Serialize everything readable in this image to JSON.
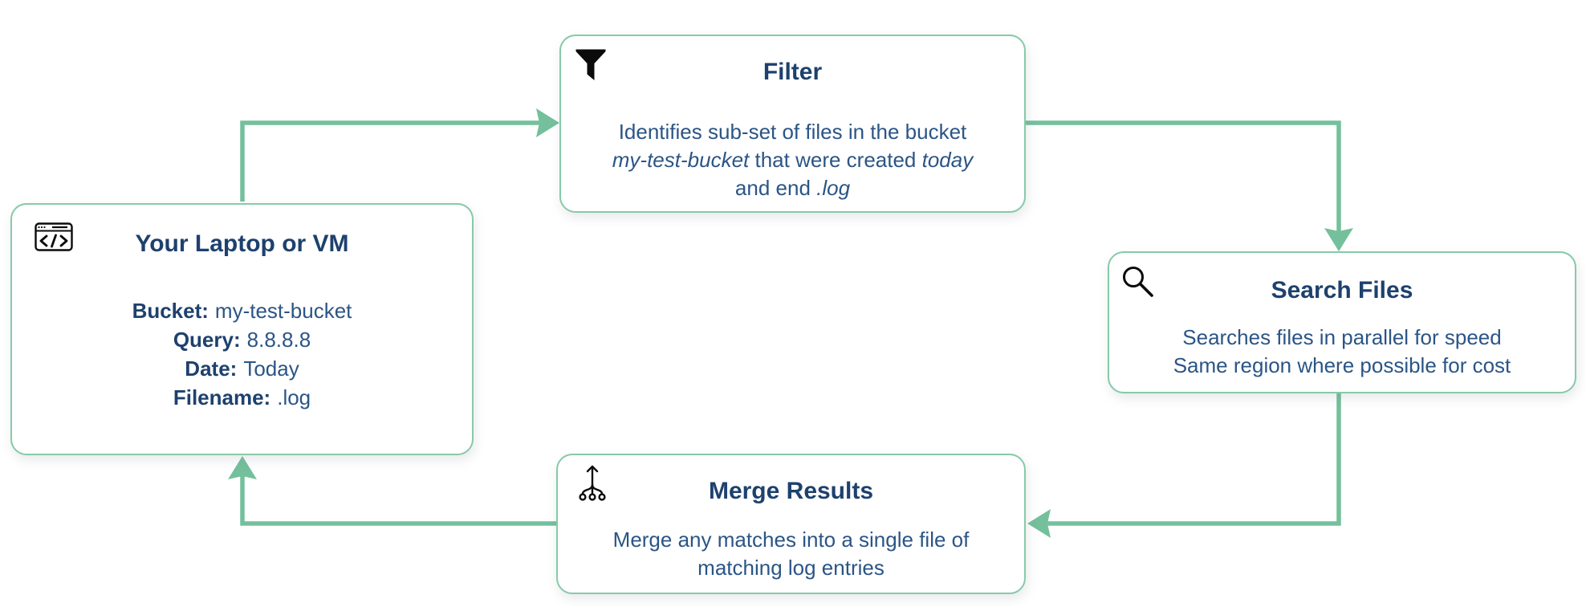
{
  "diagram": {
    "colors": {
      "arrow": "#74c09c",
      "box_border": "#86caa7",
      "title_text": "#1e416d",
      "body_text": "#2b5586",
      "icon": "#0b0b0b",
      "background": "#ffffff"
    },
    "nodes": {
      "laptop": {
        "icon": "code-window-icon",
        "title": "Your Laptop or VM",
        "fields": [
          {
            "label": "Bucket:",
            "value": "my-test-bucket"
          },
          {
            "label": "Query:",
            "value": "8.8.8.8"
          },
          {
            "label": "Date:",
            "value": "Today"
          },
          {
            "label": "Filename:",
            "value": ".log"
          }
        ]
      },
      "filter": {
        "icon": "funnel-icon",
        "title": "Filter",
        "line1": "Identifies sub-set of files in the bucket",
        "line2_em1": "my-test-bucket",
        "line2_text": " that were created ",
        "line2_em2": "today",
        "line3_text": "and end ",
        "line3_em": ".log"
      },
      "search": {
        "icon": "magnifier-icon",
        "title": "Search Files",
        "line1": "Searches files in parallel for speed",
        "line2": "Same region where possible for cost"
      },
      "merge": {
        "icon": "merge-icon",
        "title": "Merge Results",
        "line1": "Merge any matches into a single file of",
        "line2": "matching log entries"
      }
    },
    "edges": [
      {
        "from": "laptop",
        "to": "filter"
      },
      {
        "from": "filter",
        "to": "search"
      },
      {
        "from": "search",
        "to": "merge"
      },
      {
        "from": "merge",
        "to": "laptop"
      }
    ]
  }
}
